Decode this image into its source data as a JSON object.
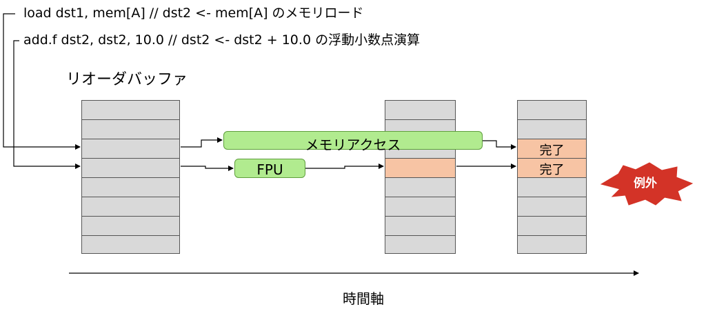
{
  "code": {
    "line1": "load  dst1, mem[A]       // dst2 <- mem[A] のメモリロード",
    "line2": "add.f dst2, dst2, 10.0  // dst2 <- dst2 + 10.0 の浮動小数点演算"
  },
  "buffer_title": "リオーダバッファ",
  "units": {
    "memory": "メモリアクセス",
    "fpu": "FPU"
  },
  "status": {
    "done1": "完了",
    "done2": "完了"
  },
  "exception": "例外",
  "time_axis": "時間軸",
  "colors": {
    "unit_fill": "#b1eb8f",
    "highlight_fill": "#f7c4a4",
    "exception_fill": "#d33327",
    "cell_fill": "#d9d9d9"
  }
}
